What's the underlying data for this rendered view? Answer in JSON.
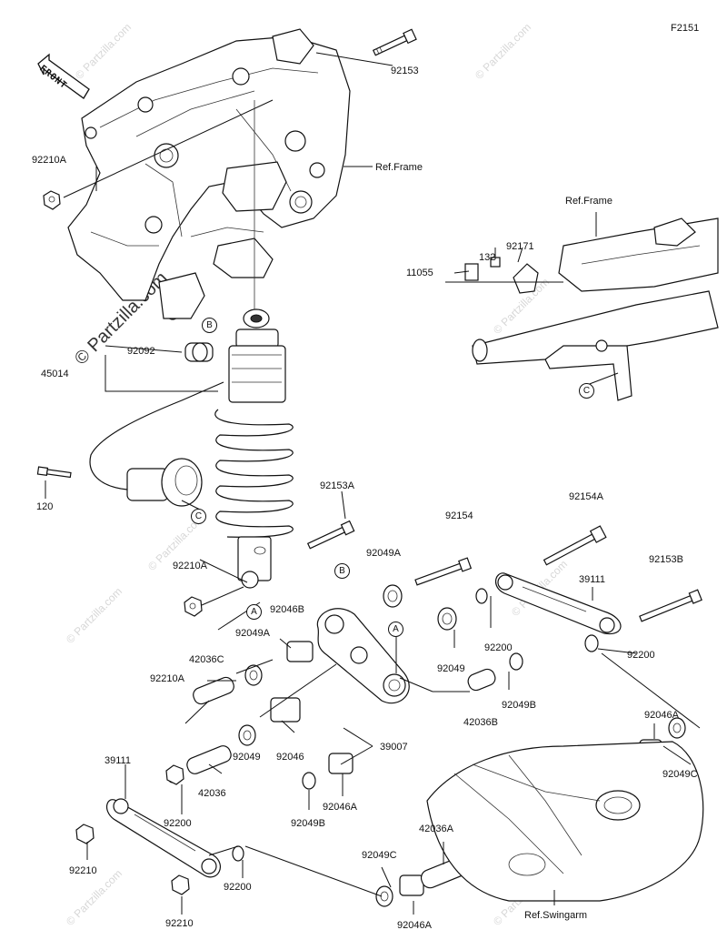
{
  "figure_code": "F2151",
  "direction_label": "FRONT",
  "watermark": {
    "main": "© Partzilla.com",
    "repeat": "© Partzilla.com"
  },
  "references": {
    "frame_top": "Ref.Frame",
    "frame_inset": "Ref.Frame",
    "swingarm": "Ref.Swingarm"
  },
  "circle_markers": {
    "a1": "A",
    "a2": "A",
    "b1": "B",
    "b2": "B",
    "c1": "C",
    "c2": "C"
  },
  "part_numbers": {
    "p92153": "92153",
    "p92210A_top": "92210A",
    "p92092": "92092",
    "p45014": "45014",
    "p120": "120",
    "p92153A": "92153A",
    "p92210A_mid": "92210A",
    "p92154": "92154",
    "p92154A": "92154A",
    "p92153B": "92153B",
    "p92049A_a": "92049A",
    "p92046B": "92046B",
    "p92049A_b": "92049A",
    "p42036C": "42036C",
    "p92210A_low": "92210A",
    "p92049_a": "92049",
    "p92200_a": "92200",
    "p39111_a": "39111",
    "p92200_b": "92200",
    "p92049B_a": "92049B",
    "p42036B": "42036B",
    "p39007": "39007",
    "p92046": "92046",
    "p92049_b": "92049",
    "p42036": "42036",
    "p39111_b": "39111",
    "p92200_c": "92200",
    "p92210_a": "92210",
    "p92046A_a": "92046A",
    "p92049B_b": "92049B",
    "p92200_d": "92200",
    "p92210_b": "92210",
    "p92049C_a": "92049C",
    "p92046A_b": "92046A",
    "p42036A": "42036A",
    "p92046A_c": "92046A",
    "p92049C_b": "92049C",
    "p132": "132",
    "p92171": "92171",
    "p11055": "11055"
  }
}
